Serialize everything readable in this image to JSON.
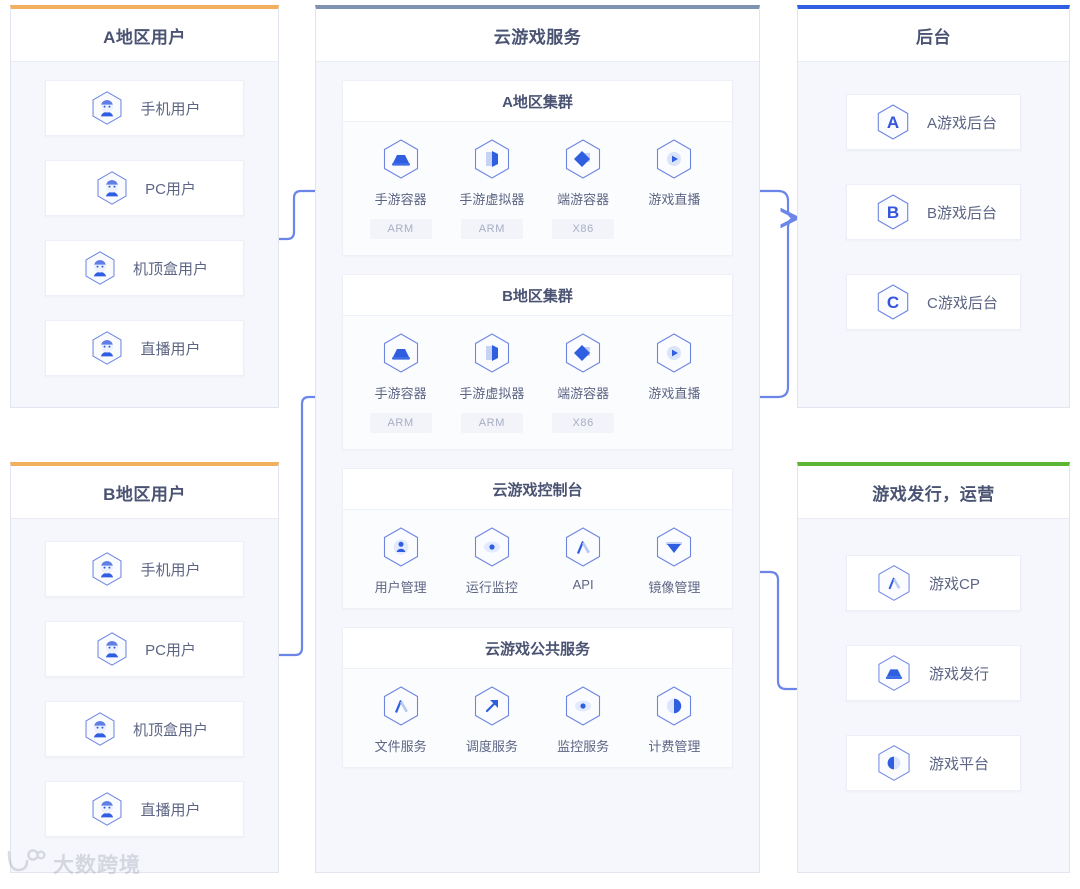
{
  "colors": {
    "user_panel_accent": "#f2b05e",
    "center_panel_accent": "#7f92b0",
    "backend_panel_accent": "#2f5fe0",
    "publish_panel_accent": "#5cb533",
    "wire": "#6b85e8",
    "icon_blue": "#3355dd",
    "title_text": "#4a5372",
    "label_text": "#5d6584",
    "badge_text": "#a8aec4",
    "panel_bg": "#f6f7fc",
    "card_bg": "#ffffff"
  },
  "panels": {
    "region_a_users": {
      "title": "A地区用户",
      "items": [
        {
          "label": "手机用户",
          "icon": "user-avatar-icon"
        },
        {
          "label": "PC用户",
          "icon": "user-avatar-icon"
        },
        {
          "label": "机顶盒用户",
          "icon": "user-avatar-icon"
        },
        {
          "label": "直播用户",
          "icon": "user-avatar-icon"
        }
      ]
    },
    "region_b_users": {
      "title": "B地区用户",
      "items": [
        {
          "label": "手机用户",
          "icon": "user-avatar-icon"
        },
        {
          "label": "PC用户",
          "icon": "user-avatar-icon"
        },
        {
          "label": "机顶盒用户",
          "icon": "user-avatar-icon"
        },
        {
          "label": "直播用户",
          "icon": "user-avatar-icon"
        }
      ]
    },
    "cloud_game_service": {
      "title": "云游戏服务",
      "groups": [
        {
          "title": "A地区集群",
          "nodes": [
            {
              "label": "手游容器",
              "badge": "ARM",
              "icon": "container-icon"
            },
            {
              "label": "手游虚拟器",
              "badge": "ARM",
              "icon": "virtualizer-icon"
            },
            {
              "label": "端游容器",
              "badge": "X86",
              "icon": "diamond-container-icon"
            },
            {
              "label": "游戏直播",
              "badge": "",
              "icon": "play-circle-icon"
            }
          ]
        },
        {
          "title": "B地区集群",
          "nodes": [
            {
              "label": "手游容器",
              "badge": "ARM",
              "icon": "container-icon"
            },
            {
              "label": "手游虚拟器",
              "badge": "ARM",
              "icon": "virtualizer-icon"
            },
            {
              "label": "端游容器",
              "badge": "X86",
              "icon": "diamond-container-icon"
            },
            {
              "label": "游戏直播",
              "badge": "",
              "icon": "play-circle-icon"
            }
          ]
        },
        {
          "title": "云游戏控制台",
          "nodes": [
            {
              "label": "用户管理",
              "badge": "",
              "icon": "user-manage-icon"
            },
            {
              "label": "运行监控",
              "badge": "",
              "icon": "eye-monitor-icon"
            },
            {
              "label": "API",
              "badge": "",
              "icon": "api-icon"
            },
            {
              "label": "镜像管理",
              "badge": "",
              "icon": "image-manage-icon"
            }
          ]
        },
        {
          "title": "云游戏公共服务",
          "nodes": [
            {
              "label": "文件服务",
              "badge": "",
              "icon": "file-service-icon"
            },
            {
              "label": "调度服务",
              "badge": "",
              "icon": "dispatch-arrow-icon"
            },
            {
              "label": "监控服务",
              "badge": "",
              "icon": "eye-monitor-icon"
            },
            {
              "label": "计费管理",
              "badge": "",
              "icon": "billing-icon"
            }
          ]
        }
      ]
    },
    "backend": {
      "title": "后台",
      "items": [
        {
          "label": "A游戏后台",
          "icon": "letter-a-icon",
          "letter": "A"
        },
        {
          "label": "B游戏后台",
          "icon": "letter-b-icon",
          "letter": "B"
        },
        {
          "label": "C游戏后台",
          "icon": "letter-c-icon",
          "letter": "C"
        }
      ]
    },
    "publishing": {
      "title": "游戏发行，运营",
      "items": [
        {
          "label": "游戏CP",
          "icon": "pen-icon"
        },
        {
          "label": "游戏发行",
          "icon": "container-icon"
        },
        {
          "label": "游戏平台",
          "icon": "platform-icon"
        }
      ]
    }
  },
  "watermark": {
    "text": "大数跨境",
    "logo": "logo-icon"
  }
}
